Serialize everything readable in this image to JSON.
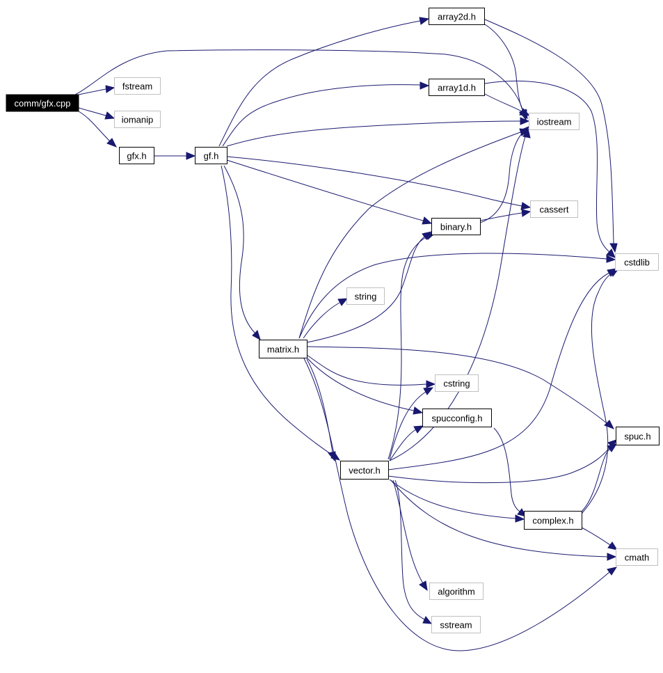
{
  "nodes": {
    "gfx_cpp": "comm/gfx.cpp",
    "fstream": "fstream",
    "iomanip": "iomanip",
    "gfx_h": "gfx.h",
    "gf_h": "gf.h",
    "array2d_h": "array2d.h",
    "array1d_h": "array1d.h",
    "iostream": "iostream",
    "cassert": "cassert",
    "binary_h": "binary.h",
    "cstdlib": "cstdlib",
    "string": "string",
    "matrix_h": "matrix.h",
    "cstring": "cstring",
    "spucconfig_h": "spucconfig.h",
    "spuc_h": "spuc.h",
    "vector_h": "vector.h",
    "complex_h": "complex.h",
    "cmath": "cmath",
    "algorithm": "algorithm",
    "sstream": "sstream"
  },
  "colors": {
    "edge": "#191970",
    "border_project": "#000000",
    "border_system": "#c0c0c0",
    "root_fill": "#000000",
    "root_text": "#ffffff"
  }
}
